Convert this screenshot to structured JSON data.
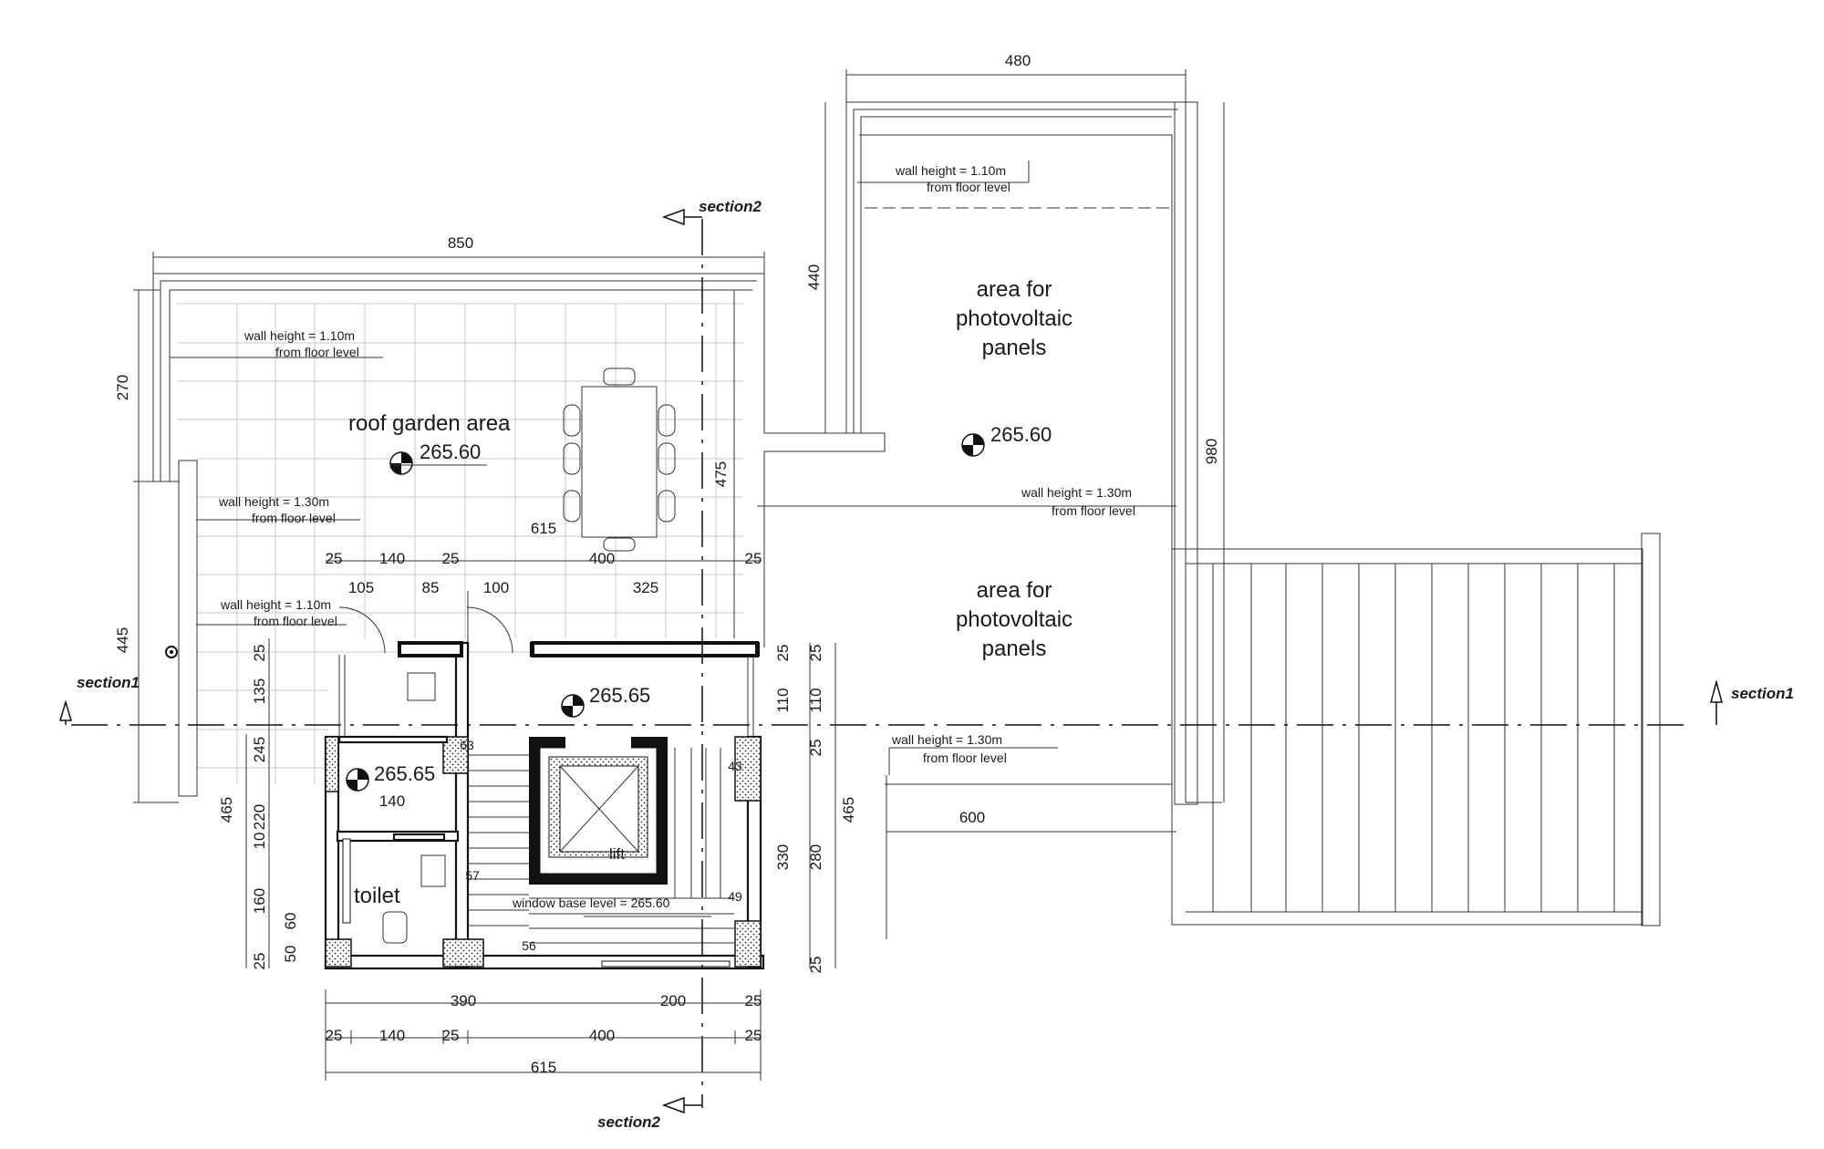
{
  "rooms": {
    "roof_garden": "roof garden area",
    "pv_panels": [
      "area for",
      "photovoltaic",
      "panels"
    ],
    "toilet": "toilet",
    "lift": "lift"
  },
  "levels": {
    "garden": "265.60",
    "pv": "265.60",
    "hall": "265.65",
    "toilet": "265.65"
  },
  "notes": {
    "wall_110": "wall height = 1.10m",
    "wall_130": "wall height = 1.30m",
    "from_floor": "from floor level",
    "window_base": "window base level = 265.60"
  },
  "sections": {
    "s1": "section1",
    "s2": "section2"
  },
  "dims": {
    "d480": "480",
    "d850": "850",
    "d270": "270",
    "d440": "440",
    "d980": "980",
    "d475": "475",
    "d615": "615",
    "d445": "445",
    "d25": "25",
    "d140": "140",
    "d400": "400",
    "d105": "105",
    "d85": "85",
    "d100": "100",
    "d325": "325",
    "d135": "135",
    "d245": "245",
    "d465": "465",
    "d220": "220",
    "d10": "10",
    "d160": "160",
    "d60": "60",
    "d50": "50",
    "d110": "110",
    "d63": "63",
    "d43": "43",
    "d57": "57",
    "d49": "49",
    "d56": "56",
    "d330": "330",
    "d280": "280",
    "d600": "600",
    "d390": "390",
    "d200": "200"
  }
}
